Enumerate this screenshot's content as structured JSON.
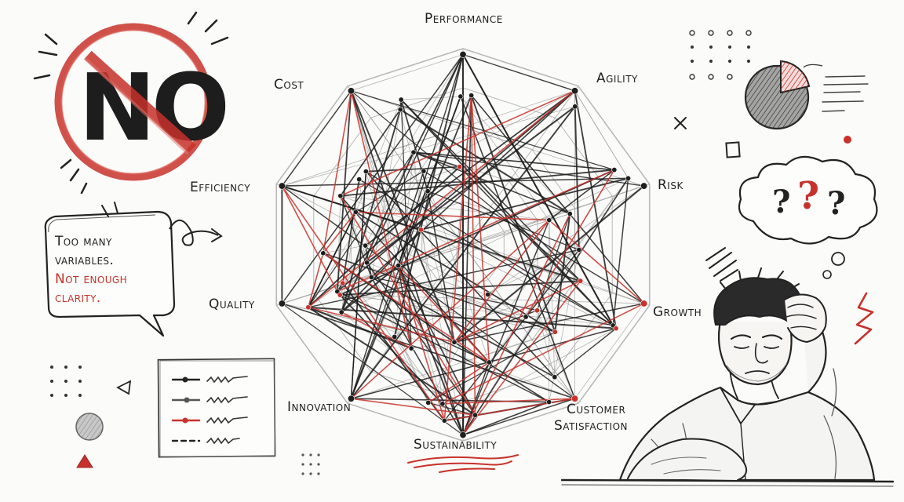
{
  "no_sign": {
    "text": "NO"
  },
  "speech_bubble": {
    "line1": "Too many",
    "line2": "variables.",
    "line3": "Not enough",
    "line4": "clarity."
  },
  "thought_bubble": {
    "q1": "?",
    "q2": "?",
    "q3": "?"
  },
  "radar": {
    "axes": [
      "Performance",
      "Agility",
      "Risk",
      "Growth",
      "Customer",
      "Satisfaction",
      "Sustainability",
      "Innovation",
      "Quality",
      "Efficiency",
      "Cost"
    ]
  },
  "colors": {
    "ink": "#1e1e1e",
    "accent": "#c7322b",
    "grid": "#b9b9b9"
  }
}
